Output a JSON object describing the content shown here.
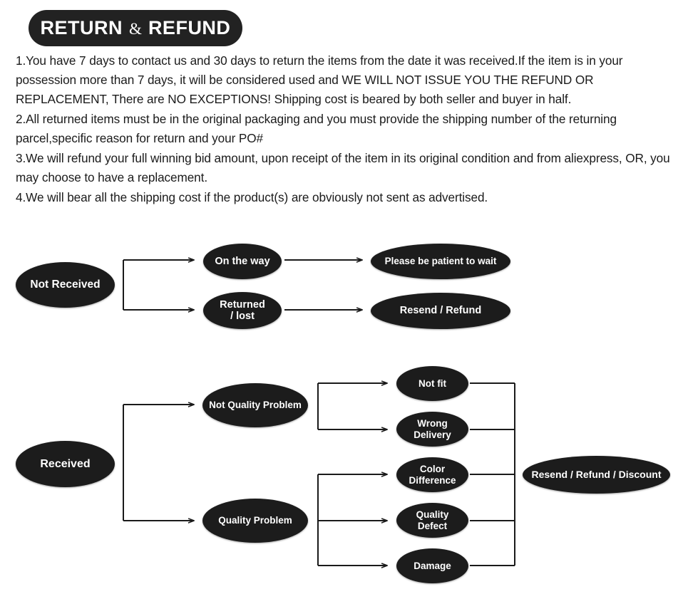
{
  "title": {
    "word1": "RETURN",
    "amp": "&",
    "word2": "REFUND"
  },
  "policy": {
    "paragraphs": [
      "1.You have 7 days to contact us and 30 days to return the items from the date it was received.If the item is in your possession more than 7 days, it will be considered used and WE WILL NOT ISSUE YOU THE REFUND OR REPLACEMENT, There are NO EXCEPTIONS! Shipping cost is beared by both seller and buyer in half.",
      "2.All returned items must be in the original packaging and you must provide the shipping number of the returning parcel,specific reason for return and your PO#",
      "3.We will refund your full winning bid amount, upon receipt of the item in its original condition and from aliexpress, OR, you may choose to have a replacement.",
      "4.We will bear all the shipping cost if the product(s) are obviously not sent as advertised."
    ]
  },
  "colors": {
    "node_fill": "#1c1c1c",
    "node_text": "#ffffff",
    "connector": "#1a1a1a",
    "background": "#ffffff"
  },
  "flowchart_not_received": {
    "root": "Not Received",
    "branches": [
      {
        "stage": "On the way",
        "outcome": "Please be patient to wait"
      },
      {
        "stage": "Returned /  lost",
        "outcome": "Resend / Refund"
      }
    ]
  },
  "flowchart_received": {
    "root": "Received",
    "branches": [
      {
        "category": "Not Quality Problem",
        "reasons": [
          "Not fit",
          "Wrong Delivery"
        ]
      },
      {
        "category": "Quality Problem",
        "reasons": [
          "Color Difference",
          "Quality Defect",
          "Damage"
        ]
      }
    ],
    "outcome": "Resend / Refund / Discount"
  },
  "nodes": {
    "not_received": "Not Received",
    "on_the_way": "On the way",
    "returned_lost_line1": "Returned",
    "returned_lost_line2": "/   lost",
    "please_wait": "Please be patient to wait",
    "resend_refund": "Resend / Refund",
    "received": "Received",
    "not_quality_problem": "Not Quality Problem",
    "quality_problem": "Quality Problem",
    "not_fit": "Not fit",
    "wrong_delivery_line1": "Wrong",
    "wrong_delivery_line2": "Delivery",
    "color_difference_line1": "Color",
    "color_difference_line2": "Difference",
    "quality_defect_line1": "Quality",
    "quality_defect_line2": "Defect",
    "damage": "Damage",
    "resend_refund_discount": "Resend / Refund / Discount"
  }
}
